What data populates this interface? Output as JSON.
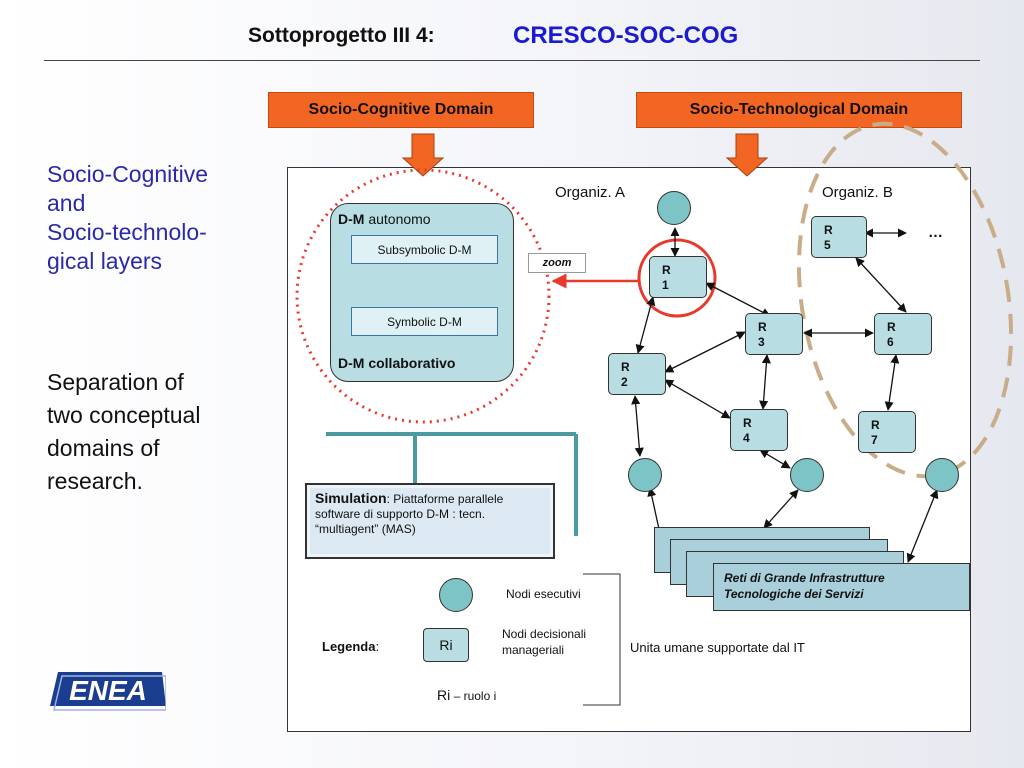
{
  "header": {
    "title_prefix": "Sottoprogetto III 4",
    "title_colon": ":",
    "project": "CRESCO-SOC-COG"
  },
  "domains": {
    "cognitive": "Socio-Cognitive Domain",
    "technological": "Socio-Technological Domain"
  },
  "left": {
    "layers_lines": [
      "Socio-Cognitive",
      "and",
      "Socio-technolo-",
      "gical layers"
    ],
    "separation_lines": [
      "Separation of",
      "two conceptual",
      "domains of",
      "research."
    ]
  },
  "dm": {
    "autonomo_bold": "D-M",
    "autonomo_rest": " autonomo",
    "subsymbolic": "Subsymbolic D-M",
    "symbolic": "Symbolic D-M",
    "collab_bold": "D-M",
    "collab_rest": "  collaborativo"
  },
  "zoom": "zoom",
  "org": {
    "a": "Organiz. A",
    "b": "Organiz. B",
    "ellipsis": "…"
  },
  "roles": {
    "r1": "R1",
    "r2": "R2",
    "r3": "R3",
    "r4": "R4",
    "r5": "R5",
    "r6": "R6",
    "r7": "R7"
  },
  "simulation": {
    "title": "Simulation",
    "text": ": Piattaforme parallele software di supporto D-M : tecn. “multiagent” (MAS)"
  },
  "infra": {
    "line1": "Reti di Grande Infrastrutture",
    "line2": "Tecnologiche dei Servizi"
  },
  "legend": {
    "label": "Legenda",
    "colon": ":",
    "exec_nodes": "Nodi esecutivi",
    "ri_box": "Ri",
    "decision_line1": "Nodi decisionali",
    "decision_line2": "manageriali",
    "ri": "Ri",
    "ri_role": " – ruolo i",
    "human_units": "Unita umane supportate dal IT"
  },
  "logo": {
    "text": "ENEA"
  },
  "colors": {
    "orange": "#f26522",
    "blue_title": "#1a1ad0",
    "teal_node": "#7cc4c6",
    "role_box": "#b8dde3",
    "red_dotted": "#e8392c",
    "dash_tan": "#c9ac88"
  }
}
